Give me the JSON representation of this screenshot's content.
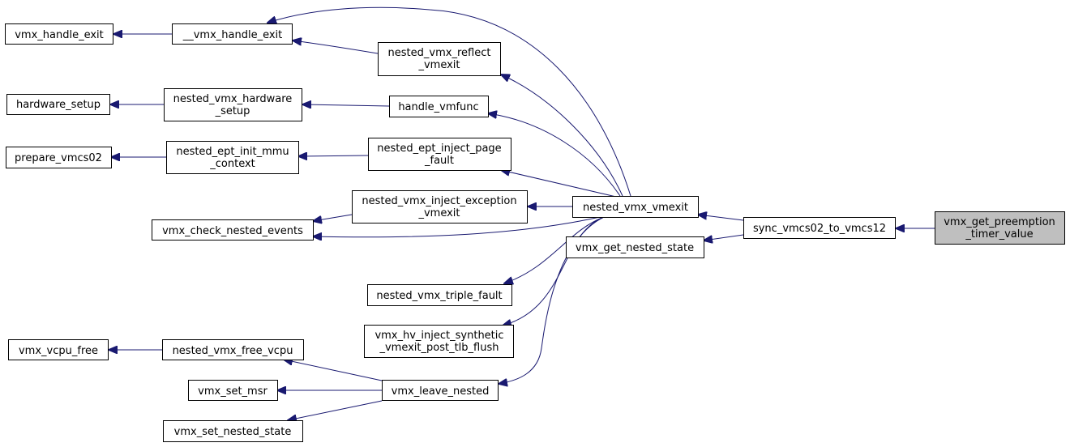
{
  "graph": {
    "edge_color": "#191970",
    "highlight_color": "#bfbfbf",
    "nodes": {
      "vmx_handle_exit": "vmx_handle_exit",
      "__vmx_handle_exit": "__vmx_handle_exit",
      "nested_vmx_reflect_vmexit": [
        "nested_vmx_reflect",
        "_vmexit"
      ],
      "hardware_setup": "hardware_setup",
      "nested_vmx_hardware_setup": [
        "nested_vmx_hardware",
        "_setup"
      ],
      "handle_vmfunc": "handle_vmfunc",
      "prepare_vmcs02": "prepare_vmcs02",
      "nested_ept_init_mmu_context": [
        "nested_ept_init_mmu",
        "_context"
      ],
      "nested_ept_inject_page_fault": [
        "nested_ept_inject_page",
        "_fault"
      ],
      "nested_vmx_inject_exception_vmexit": [
        "nested_vmx_inject_exception",
        "_vmexit"
      ],
      "vmx_check_nested_events": "vmx_check_nested_events",
      "nested_vmx_vmexit": "nested_vmx_vmexit",
      "vmx_get_nested_state": "vmx_get_nested_state",
      "sync_vmcs02_to_vmcs12": "sync_vmcs02_to_vmcs12",
      "vmx_get_preemption_timer_value": [
        "vmx_get_preemption",
        "_timer_value"
      ],
      "nested_vmx_triple_fault": "nested_vmx_triple_fault",
      "vmx_hv_inject_synthetic_vmexit_post_tlb_flush": [
        "vmx_hv_inject_synthetic",
        "_vmexit_post_tlb_flush"
      ],
      "vmx_vcpu_free": "vmx_vcpu_free",
      "nested_vmx_free_vcpu": "nested_vmx_free_vcpu",
      "vmx_set_msr": "vmx_set_msr",
      "vmx_leave_nested": "vmx_leave_nested",
      "vmx_set_nested_state": "vmx_set_nested_state"
    }
  }
}
